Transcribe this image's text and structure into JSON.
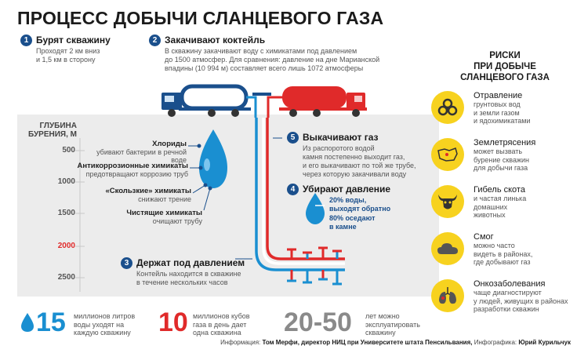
{
  "title": "ПРОЦЕСС ДОБЫЧИ СЛАНЦЕВОГО ГАЗА",
  "steps": [
    {
      "num": "1",
      "title": "Бурят скважину",
      "text": [
        "Проходят 2 км вниз",
        "и 1,5 км в сторону"
      ]
    },
    {
      "num": "2",
      "title": "Закачивают коктейль",
      "text": [
        "В скважину закачивают воду с химикатами под давлением",
        "до 1500 атмосфер. Для сравнения: давление на дне Марианской",
        "впадины (10 994 м) составляет всего лишь 1072 атмосферы"
      ]
    },
    {
      "num": "3",
      "title": "Держат под давлением",
      "text": [
        "Контейль находится в скважине",
        "в течение нескольких часов"
      ]
    },
    {
      "num": "4",
      "title": "Убирают давление",
      "text": [
        "20% воды,",
        "выходят обратно",
        "80% оседают",
        "в камне"
      ]
    },
    {
      "num": "5",
      "title": "Выкачивают газ",
      "text": [
        "Из распоротого водой",
        "камня постепенно выходит газ,",
        "и его выкачивают по той же трубе,",
        "через которую закачивали воду"
      ]
    }
  ],
  "depth": {
    "title": [
      "ГЛУБИНА",
      "БУРЕНИЯ, М"
    ],
    "marks": [
      "500",
      "1000",
      "1500",
      "2000",
      "2500"
    ]
  },
  "chemicals": [
    {
      "title": "Хлориды",
      "text": "убивают бактерии в речной воде"
    },
    {
      "title": "Антикоррозионные химикаты",
      "text": "предотвращают коррозию труб"
    },
    {
      "title": "«Скользкие» химикаты",
      "text": "снижают трение"
    },
    {
      "title": "Чистящие химикаты",
      "text": "очищают трубу"
    }
  ],
  "risks": {
    "title": [
      "РИСКИ",
      "ПРИ ДОБЫЧЕ",
      "СЛАНЦЕВОГО ГАЗА"
    ],
    "items": [
      {
        "name": "Отравление",
        "desc": [
          "грунтовых вод",
          "и земли газом",
          "и ядохимикатами"
        ],
        "icon": "biohazard-icon"
      },
      {
        "name": "Землетрясения",
        "desc": [
          "может вызвать",
          "бурение скважин",
          "для добычи газа"
        ],
        "icon": "map-icon"
      },
      {
        "name": "Гибель скота",
        "desc": [
          "и частая линька",
          "домашних",
          "животных"
        ],
        "icon": "bull-skull-icon"
      },
      {
        "name": "Смог",
        "desc": [
          "можно часто",
          "видеть в районах,",
          "где добывают газ"
        ],
        "icon": "cloud-icon"
      },
      {
        "name": "Онкозаболевания",
        "desc": [
          "чаще диагностируют",
          "у людей, живущих в районах",
          "разработки скважин"
        ],
        "icon": "lungs-icon"
      }
    ]
  },
  "stats": [
    {
      "value": "15",
      "text": [
        "миллионов литров",
        "воды уходят на",
        "каждую скважину"
      ],
      "color": "#1a8fd1"
    },
    {
      "value": "10",
      "text": [
        "миллионов кубов",
        "газа в день дает",
        "одна скважина"
      ],
      "color": "#e02a2a"
    },
    {
      "value": "20-50",
      "text": [
        "лет можно",
        "эксплуатировать",
        "скважину"
      ],
      "color": "#8a8a8a"
    }
  ],
  "credits": {
    "info_label": "Информация:",
    "info_name": "Том Мерфи, директор НИЦ при Университете штата Пенсильвания,",
    "graphics_label": "Инфографика:",
    "graphics_name": "Юрий Курильчук"
  },
  "colors": {
    "blue": "#1a8fd1",
    "red": "#e02a2a",
    "navy": "#1a4f8c",
    "yellow": "#f7d21f"
  }
}
